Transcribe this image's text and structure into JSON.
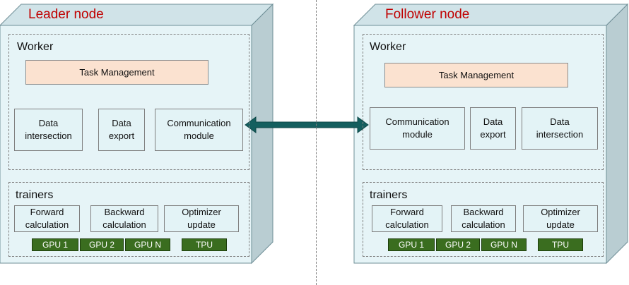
{
  "leader": {
    "title": "Leader node",
    "worker": {
      "label": "Worker",
      "task_management": "Task Management",
      "modules": [
        "Data\nintersection",
        "Data\nexport",
        "Communication\nmodule"
      ]
    },
    "trainers": {
      "label": "trainers",
      "steps": [
        "Forward\ncalculation",
        "Backward\ncalculation",
        "Optimizer\nupdate"
      ],
      "devices": [
        "GPU 1",
        "GPU 2",
        "GPU N",
        "TPU"
      ]
    }
  },
  "follower": {
    "title": "Follower node",
    "worker": {
      "label": "Worker",
      "task_management": "Task Management",
      "modules": [
        "Communication\nmodule",
        "Data\nexport",
        "Data\nintersection"
      ]
    },
    "trainers": {
      "label": "trainers",
      "steps": [
        "Forward\ncalculation",
        "Backward\ncalculation",
        "Optimizer\nupdate"
      ],
      "devices": [
        "GPU 1",
        "GPU 2",
        "GPU N",
        "TPU"
      ]
    }
  },
  "colors": {
    "node_front": "#e6f4f7",
    "node_side": "#b9cdd2",
    "node_edge": "#6f8f97",
    "title": "#c00000",
    "task_box": "#fbe2d0",
    "module_box": "#e3f3f6",
    "device_chip": "#3a6d1f",
    "link_arrow": "#145f5f"
  },
  "icons": {
    "link": "double-headed-arrow"
  }
}
